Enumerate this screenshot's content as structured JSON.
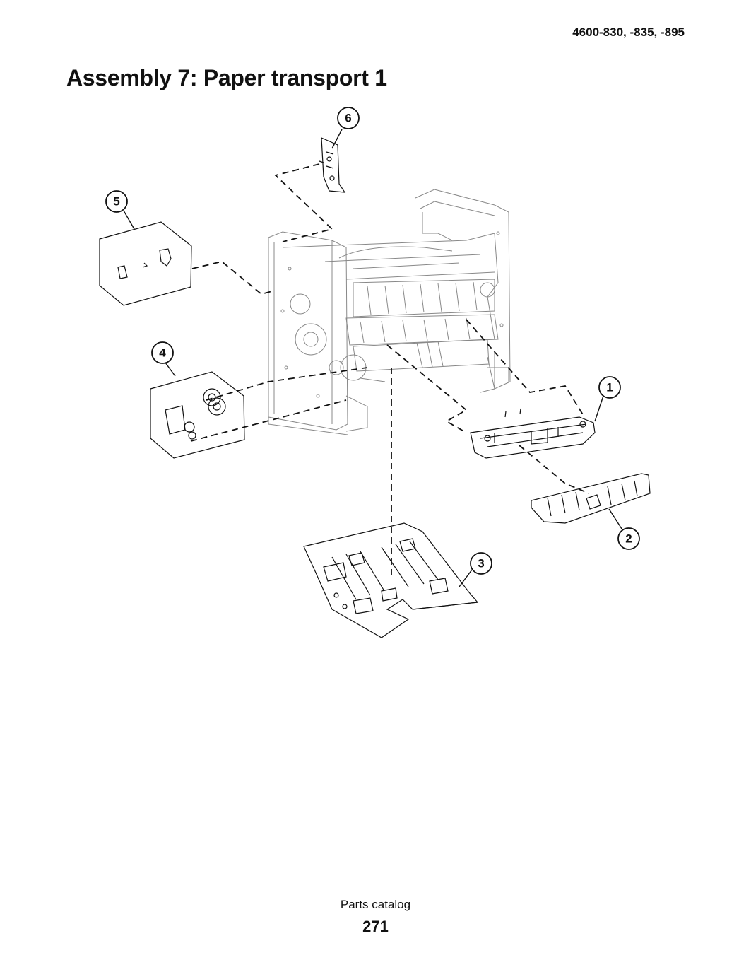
{
  "header": {
    "model_numbers": "4600-830, -835, -895"
  },
  "page": {
    "title": "Assembly 7: Paper transport 1"
  },
  "figure": {
    "callouts": [
      "1",
      "2",
      "3",
      "4",
      "5",
      "6"
    ]
  },
  "footer": {
    "section": "Parts catalog",
    "page_number": "271"
  }
}
